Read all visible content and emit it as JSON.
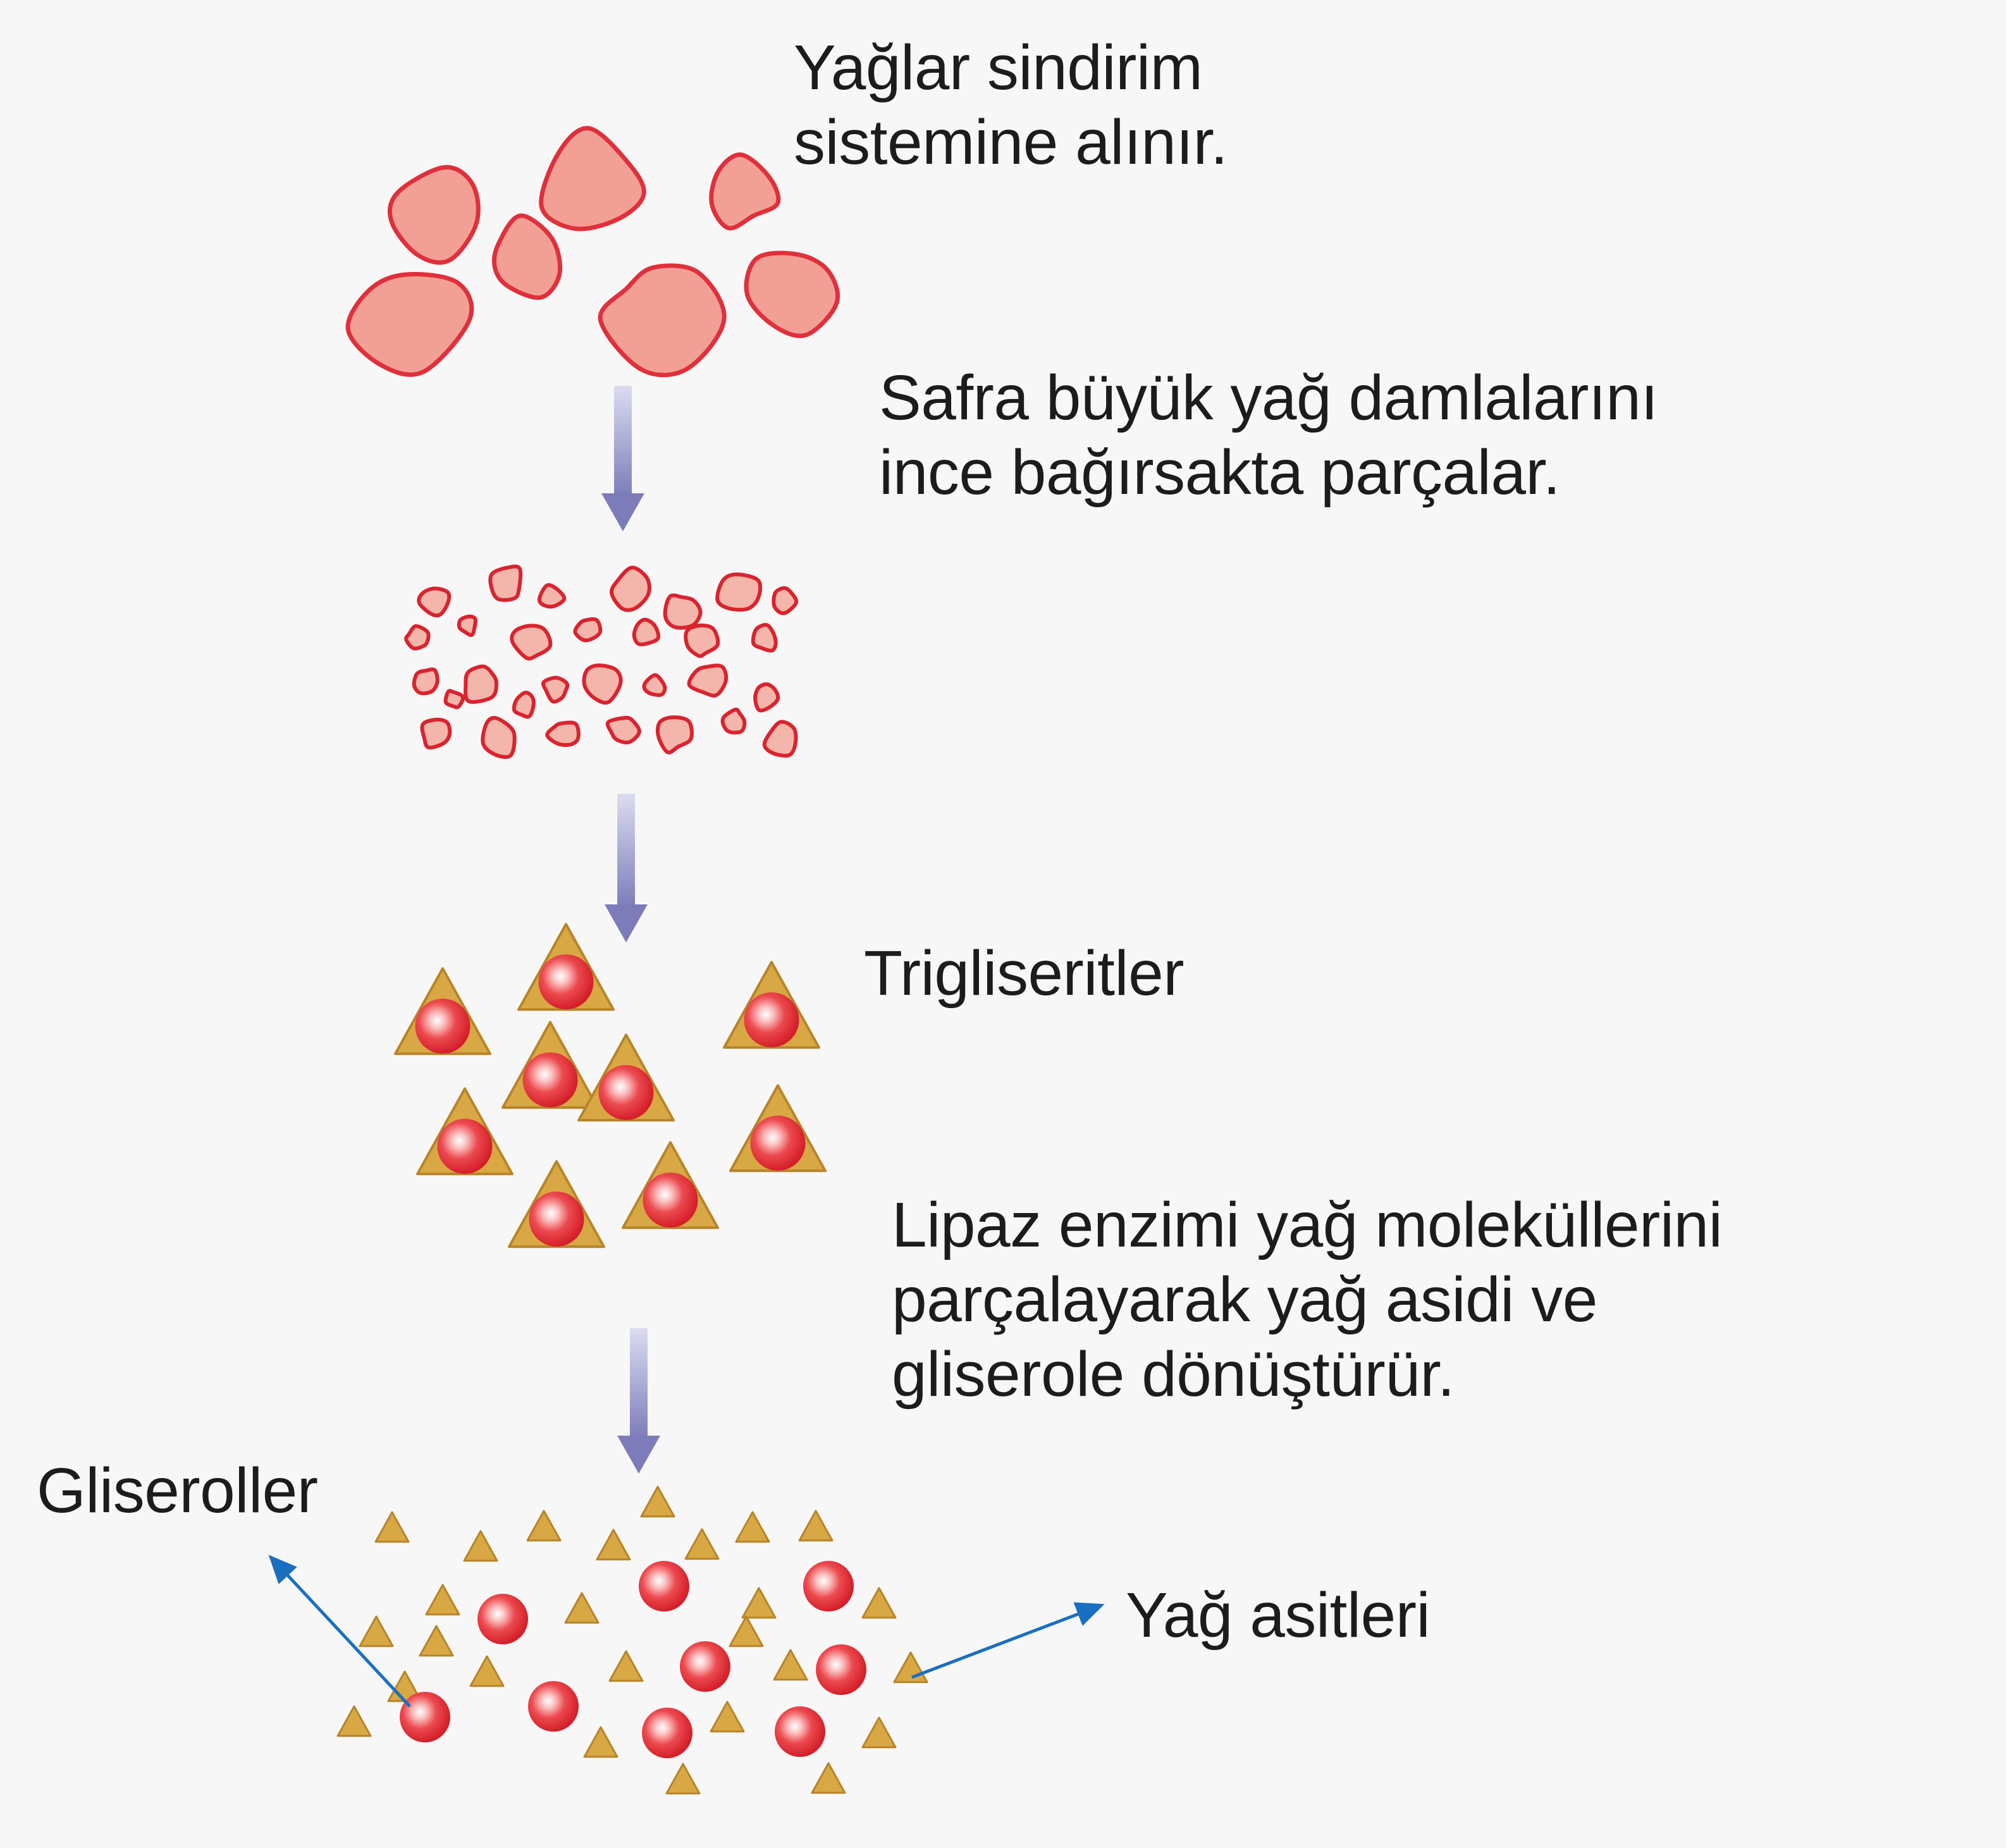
{
  "colors": {
    "background": "#f7f7f7",
    "large_droplet_fill": "#f2a096",
    "large_droplet_stroke": "#e0303b",
    "small_droplet_fill": "#f4b5ab",
    "small_droplet_stroke": "#d9242f",
    "triangle_fill": "#d8a844",
    "triangle_stroke": "#b88428",
    "sphere_core": "#e8282f",
    "arrow_gradient_top": "#dcdcf0",
    "arrow_gradient_bottom": "#7c7cba",
    "pointer_line": "#1a6fc0",
    "text": "#1c1c1c"
  },
  "steps": {
    "intake": {
      "lines": [
        "Yağlar sindirim",
        "sistemine alınır."
      ]
    },
    "bile": {
      "lines": [
        "Safra büyük yağ damlalarını",
        "ince bağırsakta parçalar."
      ]
    },
    "triglycerides": {
      "label": "Trigliseritler"
    },
    "lipase": {
      "lines": [
        "Lipaz enzimi yağ moleküllerini",
        "parçalayarak yağ asidi ve",
        "gliserole dönüştürür."
      ]
    }
  },
  "products": {
    "glycerols_label": "Gliseroller",
    "fatty_acids_label": "Yağ asitleri"
  },
  "icons": {
    "flow_arrow": "down-arrow-icon",
    "glycerol": "red-sphere-icon",
    "fatty_acid": "yellow-triangle-icon"
  }
}
